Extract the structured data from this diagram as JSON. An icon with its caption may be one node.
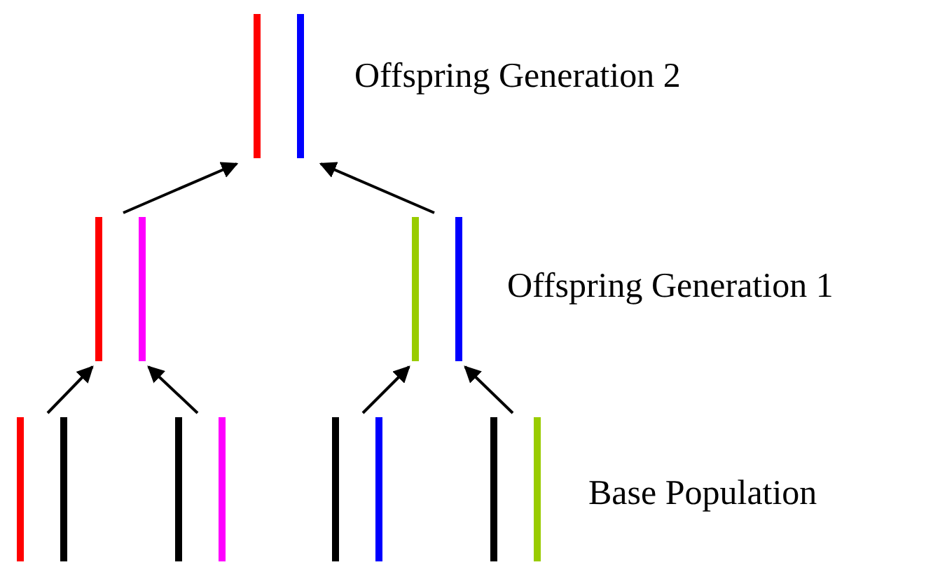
{
  "diagram": {
    "nodes": [
      {
        "text": [],
        "shape": "bar"
      },
      {
        "text": [],
        "shape": "bar"
      },
      {
        "text": [],
        "shape": "bar"
      },
      {
        "text": [],
        "shape": "bar"
      },
      {
        "text": [],
        "shape": "bar"
      },
      {
        "text": [],
        "shape": "bar"
      },
      {
        "text": [],
        "shape": "bar"
      }
    ],
    "edges": [
      {
        "from": 3,
        "to": 1,
        "arrow": "to"
      },
      {
        "from": 4,
        "to": 1,
        "arrow": "to"
      },
      {
        "from": 5,
        "to": 2,
        "arrow": "to"
      },
      {
        "from": 6,
        "to": 2,
        "arrow": "to"
      },
      {
        "from": 1,
        "to": 0,
        "arrow": "to"
      },
      {
        "from": 2,
        "to": 0,
        "arrow": "to"
      }
    ],
    "labels": [
      "Offspring Generation 2",
      "Offspring Generation 1",
      "Base Population"
    ]
  }
}
